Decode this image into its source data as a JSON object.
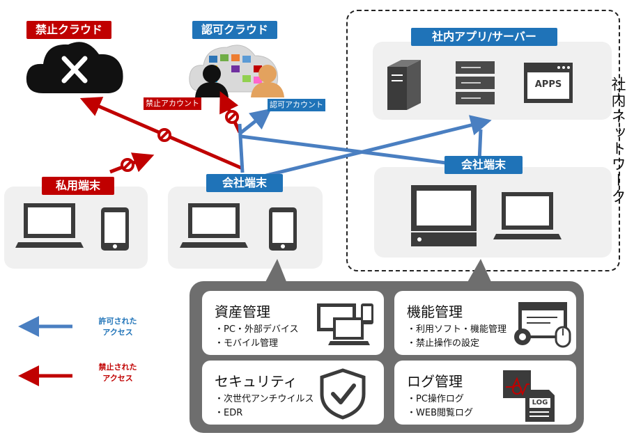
{
  "labels": {
    "forbidden_cloud": "禁止クラウド",
    "approved_cloud": "認可クラウド",
    "internal_apps": "社内アプリ/サーバー",
    "forbidden_account": "禁止アカウント",
    "approved_account": "認可アカウント",
    "private_device": "私用端末",
    "company_device_left": "会社端末",
    "company_device_right": "会社端末",
    "internal_network": "社内ネットワーク",
    "apps_icon_text": "APPS",
    "log_icon_text": "LOG"
  },
  "legend": {
    "allowed_line1": "許可された",
    "allowed_line2": "アクセス",
    "forbidden_line1": "禁止された",
    "forbidden_line2": "アクセス"
  },
  "management": {
    "asset": {
      "title": "資産管理",
      "items": [
        "・PC・外部デバイス",
        "・モバイル管理"
      ]
    },
    "function": {
      "title": "機能管理",
      "items": [
        "・利用ソフト・機能管理",
        "・禁止操作の設定"
      ]
    },
    "security": {
      "title": "セキュリティ",
      "items": [
        "・次世代アンチウイルス",
        "・EDR"
      ]
    },
    "log": {
      "title": "ログ管理",
      "items": [
        "・PC操作ログ",
        "・WEB閲覧ログ"
      ]
    }
  },
  "colors": {
    "allowed": "#4a7fc1",
    "forbidden": "#c00000",
    "tag_blue": "#1f73b8",
    "icon": "#3b3b3b"
  }
}
